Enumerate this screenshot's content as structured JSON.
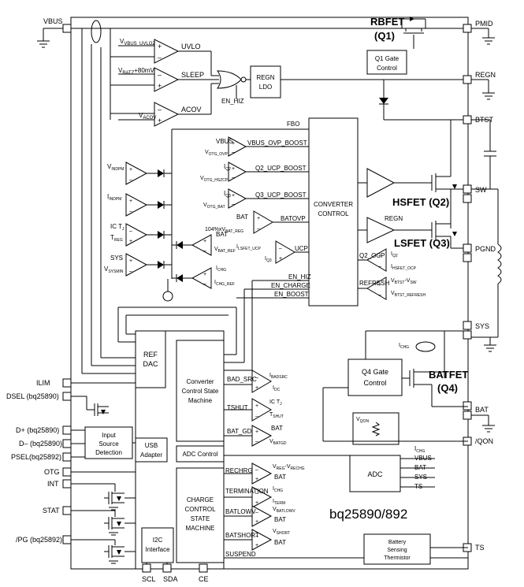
{
  "title": "bq25890/892",
  "pins_left": {
    "vbus": "VBUS",
    "ilim": "ILIM",
    "dsel": "DSEL (bq25890)",
    "dplus": "D+ (bq25890)",
    "dminus": "D– (bq25890)",
    "psel": "PSEL(bq25892)",
    "otg": "OTG",
    "int": "INT",
    "stat": "STAT",
    "pg": "/PG (bq25892)"
  },
  "pins_right": {
    "pmid": "PMID",
    "regn": "REGN",
    "btst": "BTST",
    "sw": "SW",
    "pgnd": "PGND",
    "sys": "SYS",
    "bat": "BAT",
    "qon": "/QON",
    "ts": "TS"
  },
  "pins_bottom": {
    "scl": "SCL",
    "sda": "SDA",
    "ce": "CE"
  },
  "fets": {
    "rbfet": "RBFET",
    "q1": "(Q1)",
    "q1_gate": [
      "Q1 Gate",
      "Control"
    ],
    "hsfet": "HSFET (Q2)",
    "lsfet": "LSFET (Q3)",
    "batfet": "BATFET",
    "q4": "(Q4)",
    "q4_gate": [
      "Q4 Gate",
      "Control"
    ]
  },
  "blocks": {
    "regn_ldo": [
      "REGN",
      "LDO"
    ],
    "converter_control": [
      "CONVERTER",
      "CONTROL"
    ],
    "ref_dac": [
      "REF",
      "DAC"
    ],
    "conv_state": [
      "Converter",
      "Control State",
      "Machine"
    ],
    "adc_control": "ADC Control",
    "charge_control": [
      "CHARGE",
      "CONTROL",
      "STATE",
      "MACHINE"
    ],
    "input_source": [
      "Input",
      "Source",
      "Detection"
    ],
    "usb_adapter": [
      "USB",
      "Adapter"
    ],
    "i2c": [
      "I2C",
      "Interface"
    ],
    "adc": "ADC",
    "thermistor": [
      "Battery",
      "Sensing",
      "Thermistor"
    ]
  },
  "comparators": {
    "uvlo": "UVLO",
    "sleep": "SLEEP",
    "acov": "ACOV",
    "en_hiz": "EN_HIZ",
    "vbus_ovp": "VBUS_OVP_BOOST",
    "q2_ucp": "Q2_UCP_BOOST",
    "q3_ucp": "Q3_UCP_BOOST",
    "batovp": "BATOVP",
    "ucp": "UCP",
    "q2_ocp": "Q2_OCP",
    "refresh": "REFRESH",
    "bad_src": "BAD_SRC",
    "tshut": "TSHUT",
    "bat_gd": "BAT_GD",
    "rechrg": "RECHRG",
    "termination": "TERMINATION",
    "batlowv": "BATLOWV",
    "batshort": "BATSHORT",
    "suspend": "SUSPEND"
  },
  "signals": {
    "vbus_uvloz": "V",
    "vbus_uvloz_sub": "VBUS_UVLOZ",
    "vbatz": "V",
    "vbatz_sub": "BATZ",
    "vbatz_suffix": "+80mV",
    "vacov": "V",
    "vacov_sub": "ACOV",
    "fbo": "FBO",
    "vbus": "VBUS",
    "votg_ovp": "V",
    "votg_ovp_sub": "OTG_OVP",
    "iq2": "I",
    "iq2_sub": "Q2",
    "votg_hszcp": "V",
    "votg_hszcp_sub": "OTG_HSZCP",
    "iq3": "I",
    "iq3_sub": "Q3",
    "votg_bat": "V",
    "votg_bat_sub": "OTG_BAT",
    "bat": "BAT",
    "vbat_reg_pct": "104%xV",
    "vbat_reg_sub": "BAT_REG",
    "ilsfet_ucp": "I",
    "ilsfet_ucp_sub": "LSFET_UCP",
    "vindpm": "V",
    "vindpm_sub": "INDPM",
    "iindpm": "I",
    "iindpm_sub": "INDPM",
    "ictj": "IC T",
    "ictj_sub": "J",
    "treg": "T",
    "treg_sub": "REG",
    "sys": "SYS",
    "vsysmin": "V",
    "vsysmin_sub": "SYSMIN",
    "vbat_ref": "V",
    "vbat_ref_sub": "BAT_REF",
    "ichg": "I",
    "ichg_sub": "CHG",
    "ichg_ref": "I",
    "ichg_ref_sub": "CHG_REF",
    "en_hiz2": "EN_HIZ",
    "en_charge": "EN_CHARGE",
    "en_boost": "EN_BOOST",
    "regn": "REGN",
    "ihsfet_ocp": "I",
    "ihsfet_ocp_sub": "HSFET_OCP",
    "vbtst_vsw": "V",
    "vbtst_vsw_sub": "BTST",
    "vbtst_vsw_mid": "-V",
    "vbtst_vsw_sub2": "SW",
    "vbtst_refresh": "V",
    "vbtst_refresh_sub": "BTST_REFRESH",
    "ibadsrc": "I",
    "ibadsrc_sub": "BADSRC",
    "idc": "I",
    "idc_sub": "DC",
    "tshut_sub": "SHUT",
    "vbatgd": "V",
    "vbatgd_sub": "BATGD",
    "vreg": "V",
    "vreg_sub": "REG",
    "vrechg_mid": "-V",
    "vrechg_sub": "RECHG",
    "iterm": "I",
    "iterm_sub": "TERM",
    "vbatlowv": "V",
    "vbatlowv_sub": "BATLOWV",
    "vshort": "V",
    "vshort_sub": "SHORT",
    "vqon": "V",
    "vqon_sub": "QON"
  },
  "adc_inputs": [
    "I",
    "VBUS",
    "BAT",
    "SYS",
    "TS"
  ],
  "adc_inputs_sub": [
    "CHG",
    "",
    "",
    "",
    ""
  ]
}
